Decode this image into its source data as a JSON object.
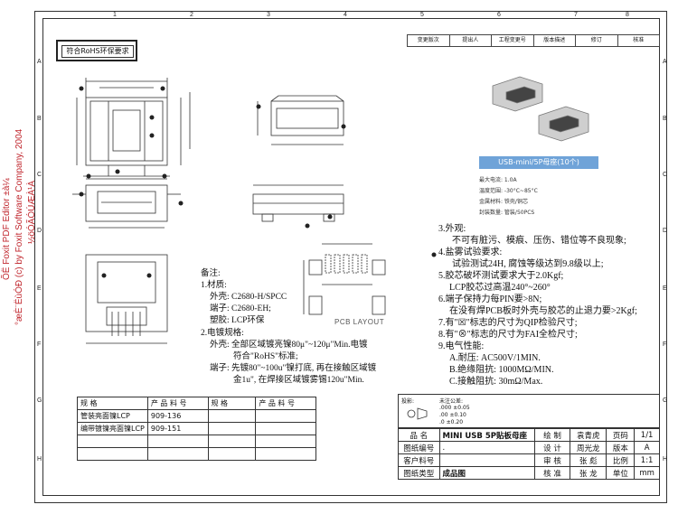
{
  "watermark": {
    "line1": "ÕË Foxit PDF Editor ±à¼­",
    "line2": "°æÈ¨ËùÓÐ (c) by Foxit Software Company, 2004",
    "line3": "½öÓÃÓÚÆÀ¹À"
  },
  "frame": {
    "col_ticks": [
      "1",
      "2",
      "3",
      "4",
      "5",
      "6",
      "7",
      "8"
    ],
    "row_ticks": [
      "A",
      "B",
      "C",
      "D",
      "E",
      "F",
      "G",
      "H"
    ]
  },
  "revision_table": [
    "变更版次",
    "提出人",
    "工程变更号",
    "版本描述",
    "修订",
    "核准"
  ],
  "badge": "符合RoHS环保要求",
  "product": {
    "title": "USB-mini/5P母座(10个)",
    "specs": [
      "最大电流: 1.0A",
      "温度范围: -30°C~85°C",
      "金属材料: 铁壳/铜芯",
      "封装数量: 管装/50PCS"
    ]
  },
  "pcb_layout_label": "PCB LAYOUT",
  "notes_left": {
    "heading": "备注:",
    "lines": [
      "1.材质:",
      "外壳: C2680-H/SPCC",
      "端子: C2680-EH;",
      "塑胶: LCP环保",
      "2.电镀规格:",
      "外壳: 全部区域镀亮镍80μ\"~120μ\"Min.电镀",
      "符合\"RoHS\"标准;",
      "端子: 先镀80\"~100u\"镍打底, 再在接触区域镀",
      "金1u\", 在焊接区域镀雾锡120u\"Min."
    ]
  },
  "notes_right": [
    "3.外观:",
    "不可有脏污、模痕、压伤、错位等不良现象;",
    "4.盐雾试验要求:",
    "试验测试24H, 腐蚀等级达到9.8级以上;",
    "5.胶芯破坏测试要求大于2.0Kgf;",
    "LCP胶芯过高温240°~260°",
    "6.端子保持力每PIN要>8N;",
    "在没有焊PCB板时外壳与胶芯的止退力要>2Kgf;",
    "7.有\"☒\"标志的尺寸为QIP检验尺寸;",
    "8.有\"⊗\"标志的尺寸为FAI全检尺寸;",
    "9.电气性能:",
    "A.耐压: AC500V/1MIN.",
    "B.绝缘阻抗: 1000MΩ/MIN.",
    "C.接触阻抗: 30mΩ/Max."
  ],
  "part_table": {
    "headers": [
      "规 格",
      "产 品 料 号",
      "规 格",
      "产 品 料 号"
    ],
    "rows": [
      [
        "管装亮面镍LCP",
        "909-136",
        "",
        ""
      ],
      [
        "编带镀镍亮面镍LCP",
        "909-151",
        "",
        ""
      ]
    ]
  },
  "title_block": {
    "rows": [
      [
        "品 名",
        "MINI USB 5P贴板母座",
        "绘 制",
        "袁青虎",
        "页码",
        "1/1"
      ],
      [
        "图纸编号",
        ".",
        "设 计",
        "周光龙",
        "版本",
        "A"
      ],
      [
        "客户料号",
        "",
        "审 核",
        "张 彪",
        "比例",
        "1:1"
      ],
      [
        "图纸类型",
        "成品图",
        "核 准",
        "张 龙",
        "单位",
        "mm"
      ]
    ]
  },
  "tolerance_box": {
    "label": "投影:",
    "header": "未注公差:",
    "lines": [
      ".000 ±0.05",
      ".00 ±0.10",
      ".0 ±0.20"
    ]
  }
}
